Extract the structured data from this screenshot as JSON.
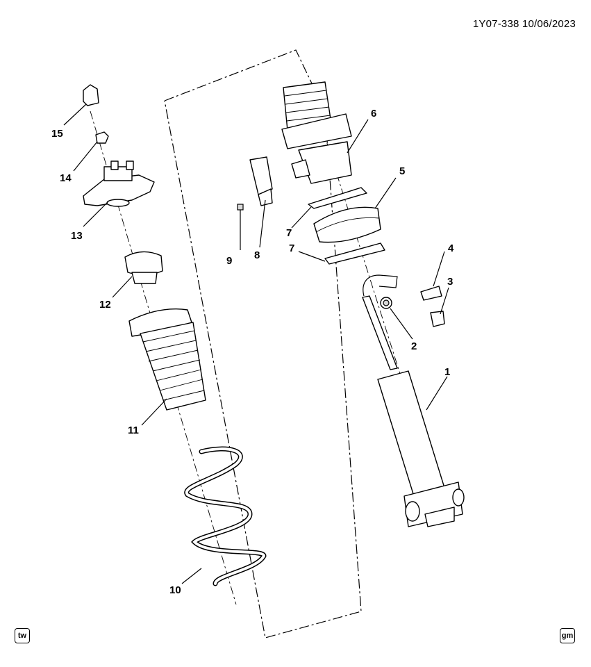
{
  "header": {
    "diagram_code": "1Y07-338 10/06/2023"
  },
  "callouts": {
    "c1": "1",
    "c2": "2",
    "c3": "3",
    "c4": "4",
    "c5": "5",
    "c6": "6",
    "c7a": "7",
    "c7b": "7",
    "c8": "8",
    "c9": "9",
    "c10": "10",
    "c11": "11",
    "c12": "12",
    "c13": "13",
    "c14": "14",
    "c15": "15"
  },
  "badges": {
    "left": "tw",
    "right": "gm"
  }
}
